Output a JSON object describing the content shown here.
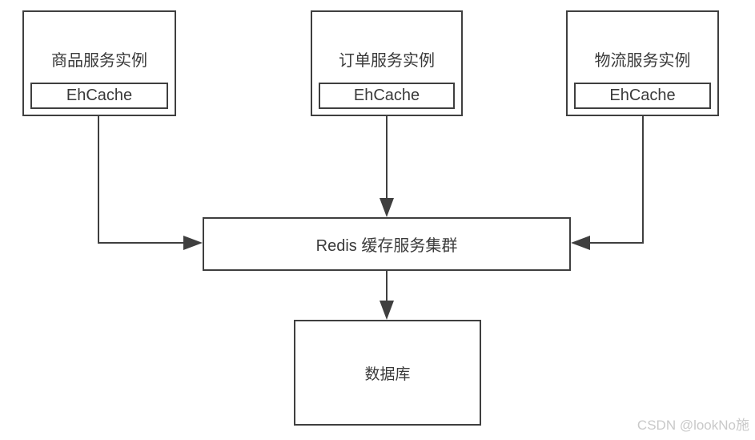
{
  "diagram": {
    "services": [
      {
        "label": "商品服务实例",
        "cache": "EhCache"
      },
      {
        "label": "订单服务实例",
        "cache": "EhCache"
      },
      {
        "label": "物流服务实例",
        "cache": "EhCache"
      }
    ],
    "redis_label": "Redis 缓存服务集群",
    "database_label": "数据库",
    "edges": [
      {
        "from": "商品服务实例",
        "to": "Redis 缓存服务集群"
      },
      {
        "from": "订单服务实例",
        "to": "Redis 缓存服务集群"
      },
      {
        "from": "物流服务实例",
        "to": "Redis 缓存服务集群"
      },
      {
        "from": "Redis 缓存服务集群",
        "to": "数据库"
      }
    ]
  },
  "watermark": {
    "text": "CSDN @lookNo施"
  },
  "colors": {
    "line": "#3f3f3f",
    "text": "#3a3a3a",
    "watermark": "#c9c9c9"
  }
}
